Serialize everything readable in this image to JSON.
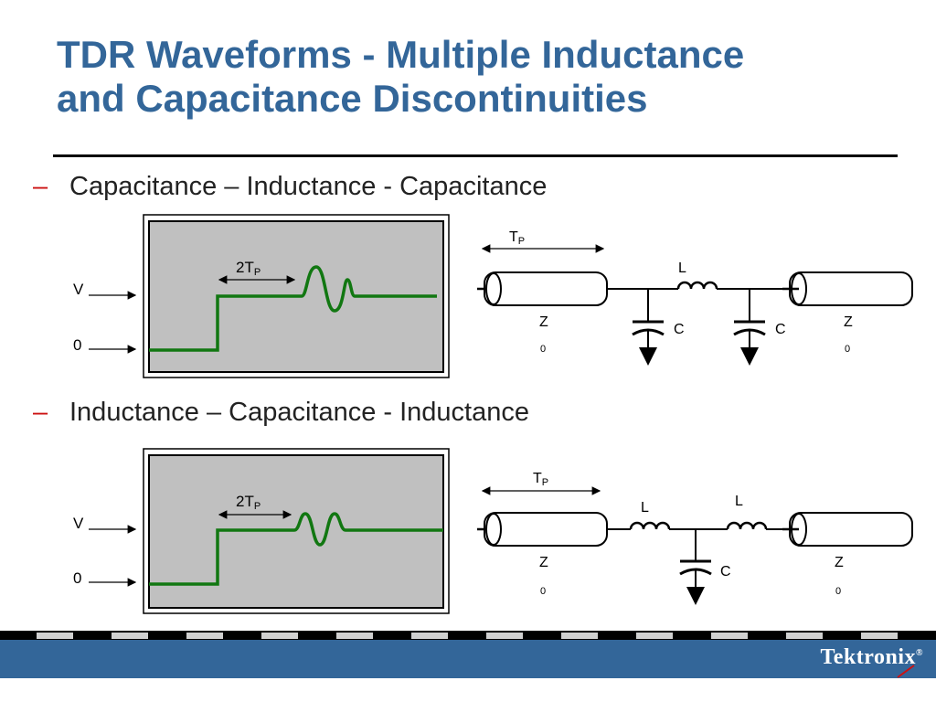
{
  "title_line1": "TDR Waveforms - Multiple Inductance",
  "title_line2": "and Capacitance Discontinuities",
  "bullet_dash": "–",
  "section1": {
    "heading": "Capacitance – Inductance - Capacitance",
    "scope": {
      "time_label": "2T",
      "time_sub": "P",
      "v_label": "V",
      "zero_label": "0"
    },
    "circuit": {
      "tp_label": "T",
      "tp_sub": "P",
      "z_left": "Z",
      "z_left_sub": "0",
      "z_right": "Z",
      "z_right_sub": "0",
      "l_label": "L",
      "c1_label": "C",
      "c2_label": "C"
    }
  },
  "section2": {
    "heading": "Inductance – Capacitance - Inductance",
    "scope": {
      "time_label": "2T",
      "time_sub": "P",
      "v_label": "V",
      "zero_label": "0"
    },
    "circuit": {
      "tp_label": "T",
      "tp_sub": "P",
      "z_left": "Z",
      "z_left_sub": "0",
      "z_right": "Z",
      "z_right_sub": "0",
      "l1_label": "L",
      "l2_label": "L",
      "c_label": "C"
    }
  },
  "footer": {
    "logo": "Tektronix",
    "logo_mark": "®"
  },
  "colors": {
    "title": "#336699",
    "waveform": "#117711",
    "scope_bg": "#c0c0c0",
    "footer": "#336699",
    "dash": "#cc1111"
  }
}
